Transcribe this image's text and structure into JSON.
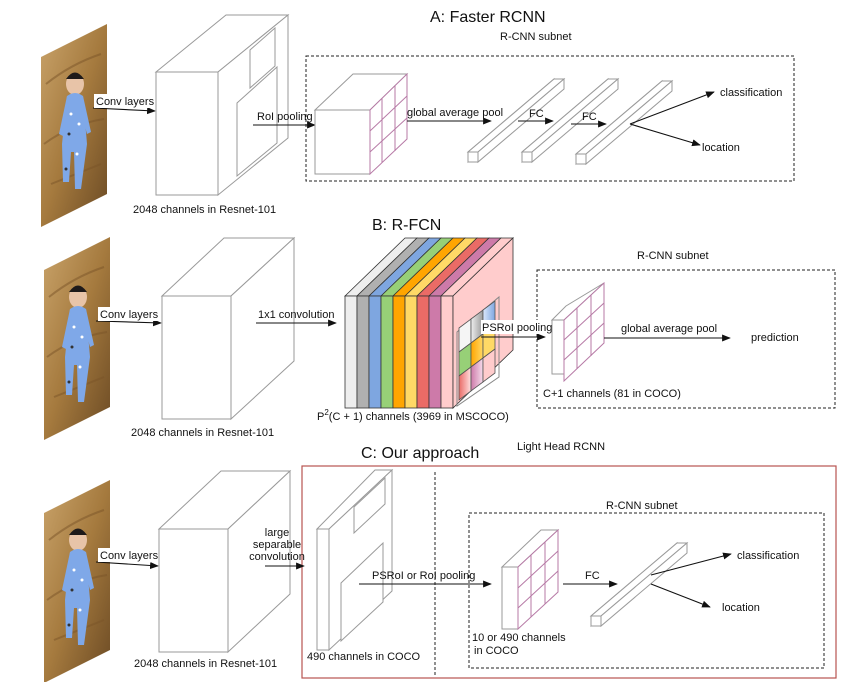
{
  "panels": {
    "a": {
      "title": "A: Faster RCNN",
      "subnet_label": "R-CNN subnet",
      "conv_label": "Conv layers",
      "backbone_caption": "2048 channels in Resnet-101",
      "pool_label": "RoI pooling",
      "gap_label": "global average pool",
      "fc1_label": "FC",
      "fc2_label": "FC",
      "out_cls": "classification",
      "out_loc": "location"
    },
    "b": {
      "title": "B: R-FCN",
      "subnet_label": "R-CNN subnet",
      "conv_label": "Conv layers",
      "backbone_caption": "2048 channels in Resnet-101",
      "conv1x1_label": "1x1 convolution",
      "score_caption_p": "P",
      "score_caption_sup": "2",
      "score_caption_rest": "(C + 1)  channels (3969 in MSCOCO)",
      "pool_label": "PSRoI pooling",
      "pooled_caption": "C+1 channels (81 in COCO)",
      "gap_label": "global average pool",
      "out_pred": "prediction",
      "slice_colors": [
        "#eeeeee",
        "#b0b0b0",
        "#7ea6e0",
        "#97d077",
        "#ffa500",
        "#ffd966",
        "#ea6b66",
        "#cd7aa9",
        "#ffcccc",
        "#ffcccc"
      ]
    },
    "c": {
      "title": "C: Our approach",
      "box_label": "Light Head RCNN",
      "subnet_label": "R-CNN subnet",
      "conv_label": "Conv layers",
      "backbone_caption": "2048 channels in Resnet-101",
      "lsc_label_1": "large",
      "lsc_label_2": "separable",
      "lsc_label_3": "convolution",
      "thin_caption": "490 channels in COCO",
      "pool_label": "PSRoI or RoI pooling",
      "pooled_caption_1": "10  or 490 channels",
      "pooled_caption_2": "in COCO",
      "fc_label": "FC",
      "out_cls": "classification",
      "out_loc": "location",
      "accent": "#b85450"
    }
  }
}
